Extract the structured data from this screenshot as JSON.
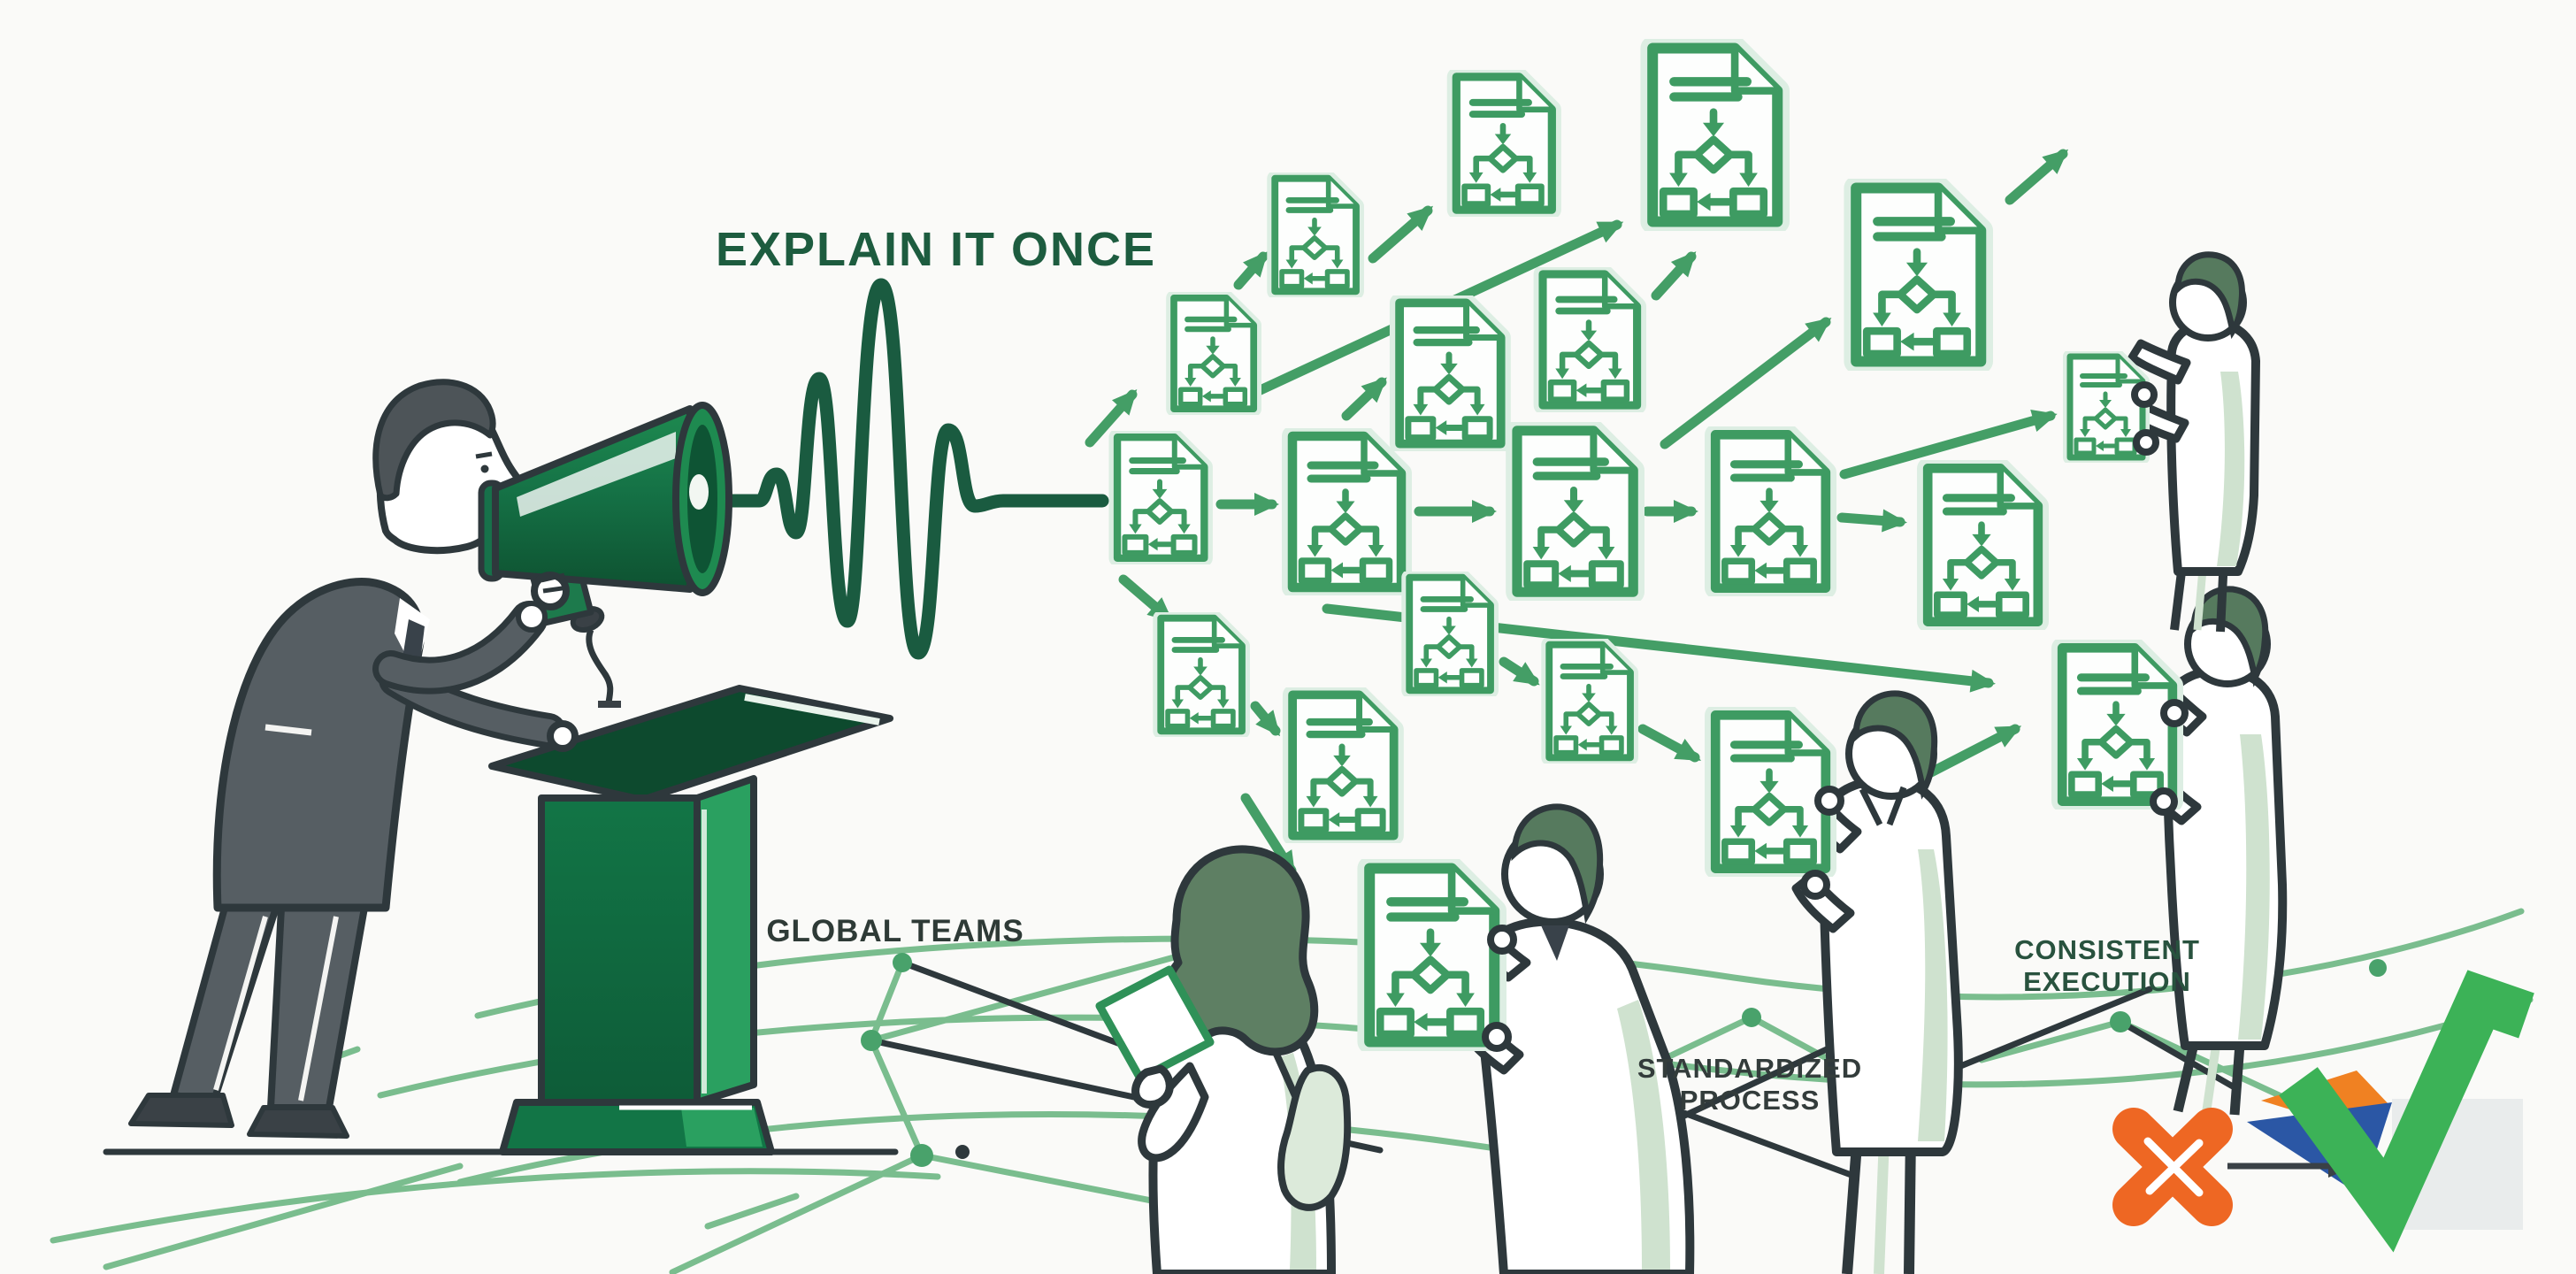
{
  "scene": {
    "title": "EXPLAIN IT ONCE",
    "labels": {
      "global_teams": "GLOBAL TEAMS",
      "standardized_process": [
        "STANDARDIZED",
        "PROCESS"
      ],
      "consistent_execution": [
        "CONSISTENT",
        "EXECUTION"
      ]
    },
    "counts": {
      "process_documents": 20,
      "people": 6
    },
    "colors": {
      "background": "#fafaf8",
      "doc_green": "#3e9b62",
      "arrow_green": "#449e66",
      "wave_green": "#1a5b40",
      "title_green": "#1d5c3f",
      "label_dark": "#2e3a36",
      "label_green_dark": "#28523e",
      "outline_charcoal": "#2e383c",
      "suit_gray": "#565e63",
      "hair_green": "#567a5e",
      "shade_green": "#cfe2cf",
      "megaphone_dark": "#0e5231",
      "megaphone_mid": "#1e8a50",
      "podium_front": "#127546",
      "podium_light": "#2aa060",
      "network_green": "#7abd8e",
      "node_green": "#49a26b",
      "x_orange": "#ee6723",
      "check_green": "#3cb257",
      "origami_blue": "#2b57a5",
      "origami_orange": "#f08122",
      "panel_gray": "#e9ecec"
    },
    "icons": [
      "megaphone-icon",
      "sound-wave-icon",
      "flowchart-document-icon",
      "network-icon",
      "x-mark-icon",
      "checkmark-icon",
      "podium-icon",
      "microphone-icon"
    ]
  }
}
